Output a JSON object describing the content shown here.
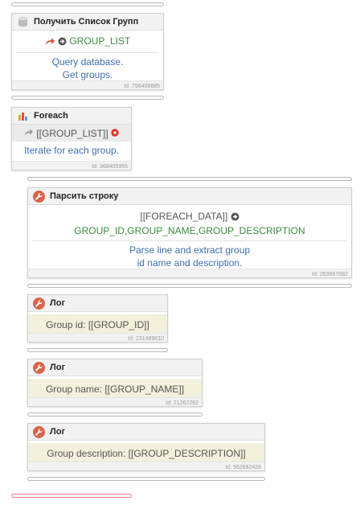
{
  "blocks": {
    "get_groups": {
      "title": "Получить Список Групп",
      "variable": "GROUP_LIST",
      "description_1": "Query database.",
      "description_2": "Get groups.",
      "id": "Id: 756406685"
    },
    "foreach": {
      "title": "Foreach",
      "variable": "[[GROUP_LIST]]",
      "description": "Iterate for each group.",
      "id": "Id: 368405955"
    },
    "parse": {
      "title": "Парсить строку",
      "input": "[[FOREACH_DATA]]",
      "outputs": "GROUP_ID,GROUP_NAME,GROUP_DESCRIPTION",
      "description_1": "Parse line and extract group",
      "description_2": "id name and description.",
      "id": "Id: 263967082"
    },
    "log1": {
      "title": "Лог",
      "message": "Group id: [[GROUP_ID]]",
      "id": "Id: 231489610"
    },
    "log2": {
      "title": "Лог",
      "message": "Group name: [[GROUP_NAME]]",
      "id": "Id: 21262292"
    },
    "log3": {
      "title": "Лог",
      "message": "Group description: [[GROUP_DESCRIPTION]]",
      "id": "Id: 962692428"
    }
  },
  "colors": {
    "accent_green": "#3b8a3b",
    "description_blue": "#3f6fb0",
    "log_background": "#f3f0dc",
    "end_marker_red": "#e87b7b"
  },
  "icons": [
    "database-icon",
    "arrow-icon",
    "loop-icon",
    "wrench-icon",
    "circle-arrow-icon",
    "remove-icon"
  ]
}
